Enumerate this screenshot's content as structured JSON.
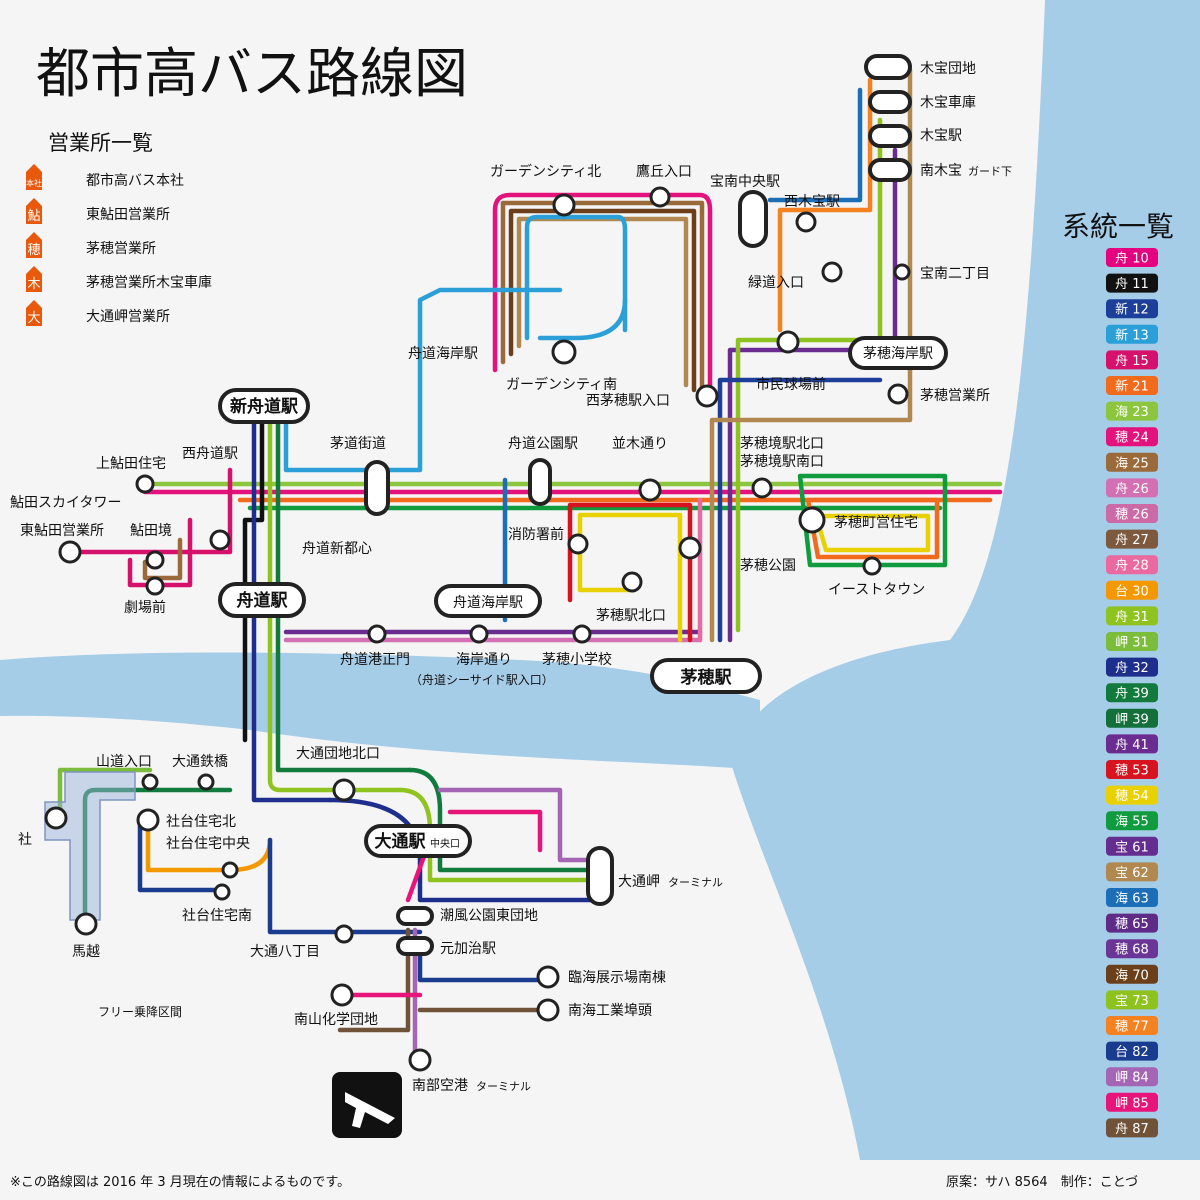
{
  "title": "都市高バス路線図",
  "offices_heading": "営業所一覧",
  "offices": [
    {
      "mark": "本社",
      "name": "都市高バス本社"
    },
    {
      "mark": "鮎",
      "name": "東鮎田営業所"
    },
    {
      "mark": "穂",
      "name": "茅穂営業所"
    },
    {
      "mark": "木",
      "name": "茅穂営業所木宝車庫"
    },
    {
      "mark": "大",
      "name": "大通岬営業所"
    }
  ],
  "routes_heading": "系統一覧",
  "routes": [
    {
      "label": "舟 10",
      "color": "#e5007f"
    },
    {
      "label": "舟 11",
      "color": "#111111"
    },
    {
      "label": "新 12",
      "color": "#1d3f99"
    },
    {
      "label": "新 13",
      "color": "#2a9fd8"
    },
    {
      "label": "舟 15",
      "color": "#d6116b"
    },
    {
      "label": "新 21",
      "color": "#f26a1b"
    },
    {
      "label": "海 23",
      "color": "#8cc63f"
    },
    {
      "label": "穂 24",
      "color": "#e4127d"
    },
    {
      "label": "海 25",
      "color": "#9a6a3b"
    },
    {
      "label": "舟 26",
      "color": "#d36fb3"
    },
    {
      "label": "穂 26",
      "color": "#cc6aa6"
    },
    {
      "label": "舟 27",
      "color": "#7d5a3d"
    },
    {
      "label": "舟 28",
      "color": "#ea6aa0"
    },
    {
      "label": "台 30",
      "color": "#f39800"
    },
    {
      "label": "舟 31",
      "color": "#8fc31f"
    },
    {
      "label": "岬 31",
      "color": "#7bbd3a"
    },
    {
      "label": "舟 32",
      "color": "#1d2e8c"
    },
    {
      "label": "舟 39",
      "color": "#117a3c"
    },
    {
      "label": "岬 39",
      "color": "#13703a"
    },
    {
      "label": "舟 41",
      "color": "#6a2c91"
    },
    {
      "label": "穂 53",
      "color": "#d7131f"
    },
    {
      "label": "穂 54",
      "color": "#e9d100"
    },
    {
      "label": "海 55",
      "color": "#0f9b3e"
    },
    {
      "label": "宝 61",
      "color": "#662d91"
    },
    {
      "label": "宝 62",
      "color": "#b08850"
    },
    {
      "label": "海 63",
      "color": "#1c6fb6"
    },
    {
      "label": "穂 65",
      "color": "#5e2b86"
    },
    {
      "label": "穂 68",
      "color": "#6b3595"
    },
    {
      "label": "海 70",
      "color": "#6b3f19"
    },
    {
      "label": "宝 73",
      "color": "#8dc21f"
    },
    {
      "label": "穂 77",
      "color": "#f58220"
    },
    {
      "label": "台 82",
      "color": "#1a3c8f"
    },
    {
      "label": "岬 84",
      "color": "#a565b5"
    },
    {
      "label": "岬 85",
      "color": "#e7147a"
    },
    {
      "label": "舟 87",
      "color": "#6f5238"
    }
  ],
  "stations": {
    "shinfunado": "新舟道駅",
    "funado": "舟道駅",
    "funado_kaigan_eki": "舟道海岸駅",
    "kayaho": "茅穂駅",
    "kayaho_kaigan": "茅穂海岸駅",
    "otori": "大通駅",
    "otori_sub": "中央口",
    "kidakara_danchi": "木宝団地",
    "kidakara_shako": "木宝車庫",
    "kidakara_eki": "木宝駅",
    "minami_kidakara": "南木宝",
    "minami_kidakara_sub": "ガード下",
    "takaramin_2": "宝南二丁目",
    "kayaho_eigyosho": "茅穂営業所",
    "nishi_kidakara": "西木宝駅",
    "takaramin_chuo": "宝南中央駅",
    "midorimichi": "緑道入口",
    "shimin_kyujo": "市民球場前",
    "nishi_kayaho": "西茅穂駅入口",
    "garden_kita": "ガーデンシティ北",
    "garden_minami": "ガーデンシティ南",
    "takaoka": "鷹丘入口",
    "funado_kaigan_label": "舟道海岸駅",
    "kayamichi": "茅道街道",
    "funado_koen": "舟道公園駅",
    "namiki": "並木通り",
    "kyokai_n": "茅穂境駅北口",
    "kyokai_s": "茅穂境駅南口",
    "choei": "茅穂町営住宅",
    "kayaho_koen": "茅穂公園",
    "easttown": "イーストタウン",
    "shobosho": "消防署前",
    "kayaho_kitaguchi": "茅穂駅北口",
    "kami_ayuta": "上鮎田住宅",
    "nishi_funado": "西舟道駅",
    "ayuta_tower": "鮎田スカイタワー",
    "higashi_ayuta": "東鮎田営業所",
    "ayutazakai": "鮎田境",
    "gekijo": "劇場前",
    "funado_toshin": "舟道新都心",
    "funado_minato": "舟道港正門",
    "kaigan_dori": "海岸通り",
    "kaigan_dori_sub": "（舟道シーサイド駅入口）",
    "kayaho_shogakko": "茅穂小学校",
    "otori_danchi_n": "大通団地北口",
    "sando": "山道入口",
    "otori_tekkyo": "大通鉄橋",
    "sha": "社",
    "shadai_n": "社台住宅北",
    "shadai_c": "社台住宅中央",
    "shadai_s": "社台住宅南",
    "umakoshi": "馬越",
    "free": "フリー乗降区間",
    "otori_8": "大通八丁目",
    "otorimisaki": "大通岬",
    "otorimisaki_sub": "ターミナル",
    "shiokaze": "潮風公園東団地",
    "motokaji": "元加治駅",
    "rinkai": "臨海展示場南棟",
    "nankai": "南海工業埠頭",
    "minamiyama": "南山化学団地",
    "nanbu": "南部空港",
    "nanbu_sub": "ターミナル"
  },
  "footer_left": "※この路線図は 2016 年 3 月現在の情報によるものです。",
  "footer_right": "原案：サハ 8564　制作：ことづ"
}
